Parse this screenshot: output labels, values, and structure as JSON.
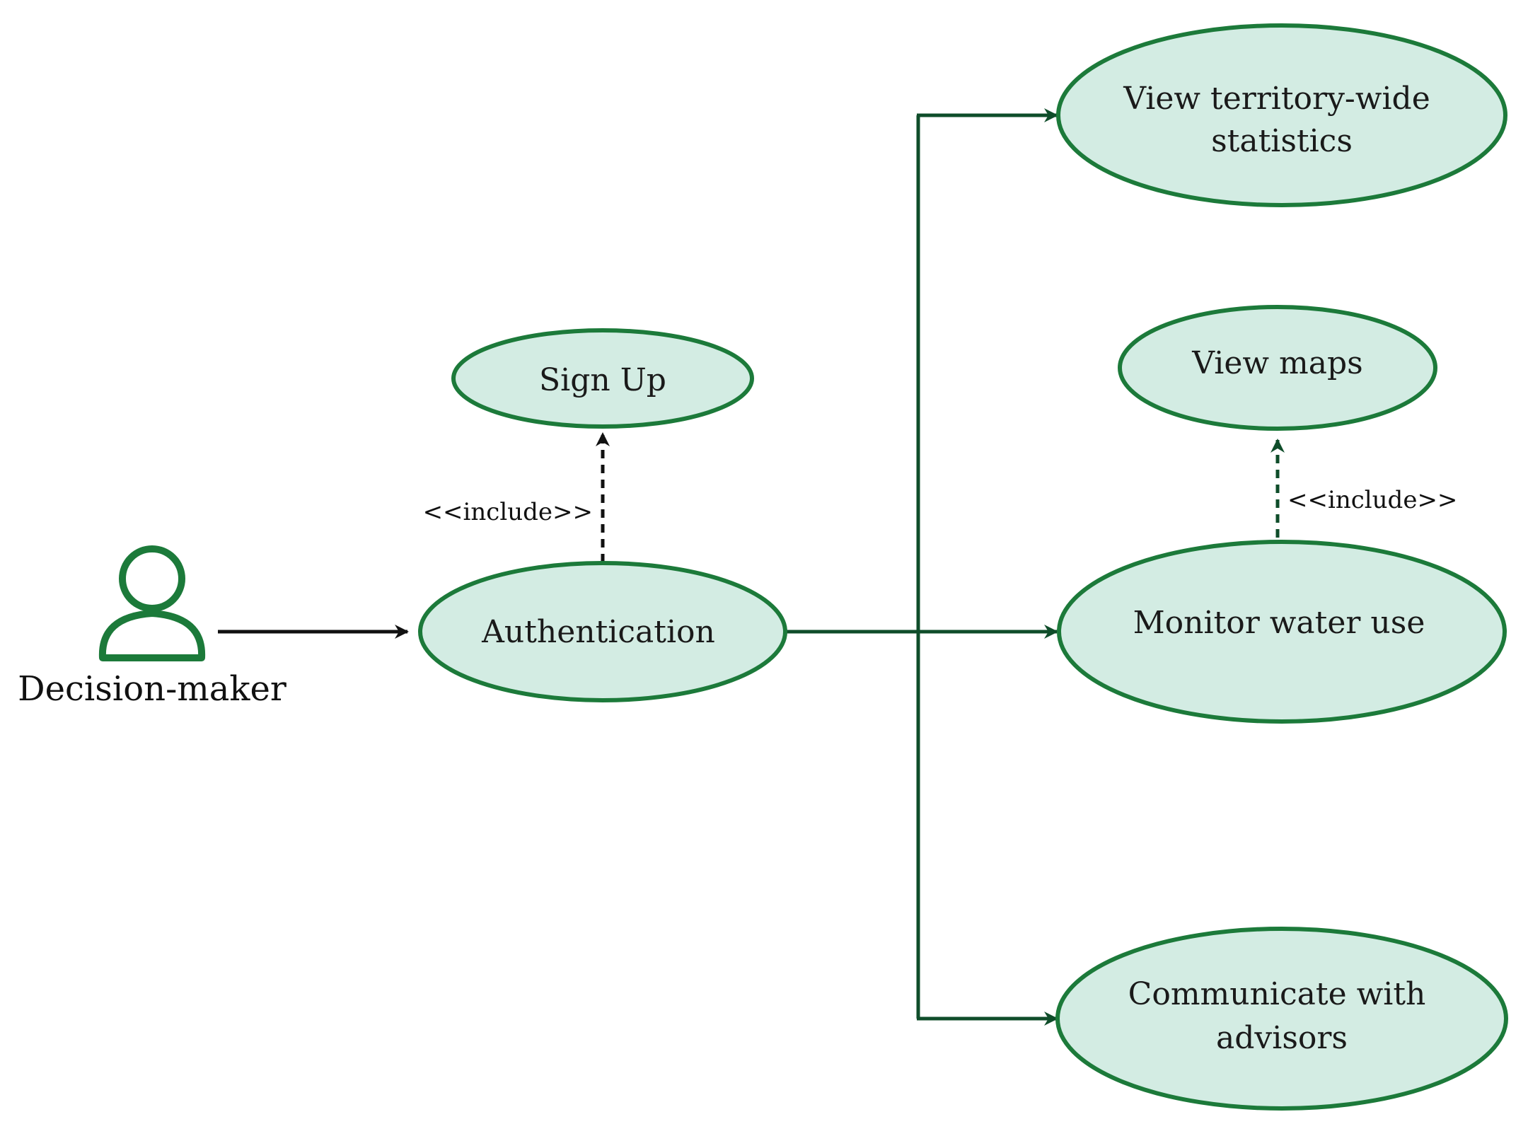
{
  "colors": {
    "ellipse_fill": "#d3ece3",
    "ellipse_stroke": "#1c7a3a",
    "line_green": "#0f4d2a",
    "line_black": "#111111",
    "actor_stroke": "#1c7a3a"
  },
  "actor": {
    "label": "Decision-maker",
    "icon": "person-icon"
  },
  "use_cases": {
    "sign_up": [
      "Sign Up"
    ],
    "authentication": [
      "Authentication"
    ],
    "view_statistics": [
      "View territory-wide",
      "statistics"
    ],
    "view_maps": [
      "View maps"
    ],
    "monitor_water": [
      "Monitor water use"
    ],
    "communicate": [
      "Communicate with",
      "advisors"
    ]
  },
  "relations": {
    "include_signup": "<<include>>",
    "include_maps": "<<include>>"
  }
}
